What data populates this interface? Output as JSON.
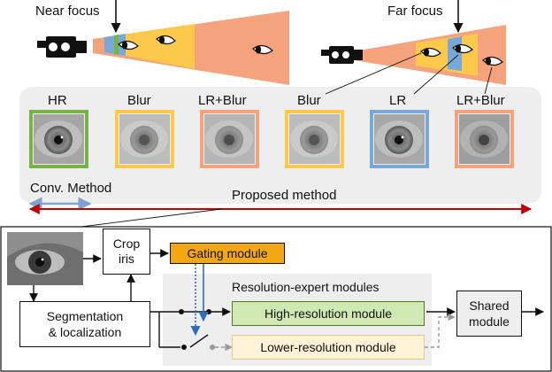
{
  "focus_labels": {
    "near": "Near focus",
    "far": "Far focus"
  },
  "image_labels": [
    "HR",
    "Blur",
    "LR+Blur",
    "Blur",
    "LR",
    "LR+Blur"
  ],
  "methods": {
    "conventional": "Conv. Method",
    "proposed": "Proposed method"
  },
  "pipeline": {
    "crop": "Crop\niris",
    "gating": "Gating module",
    "experts_title": "Resolution-expert modules",
    "high_res": "High-resolution module",
    "low_res": "Lower-resolution module",
    "segmentation": "Segmentation\n& localization",
    "shared": "Shared\nmodule"
  },
  "colors": {
    "hr_green": "#78b348",
    "blur_yellow": "#fcc94a",
    "lr_blue": "#78a8d8",
    "lrblur_orange": "#f4a37c",
    "gating_orange": "#f3a712",
    "highres_green": "#cfe8b4",
    "lowres_cream": "#fef3d6",
    "panel_grey": "#eeeeee",
    "proposed_red": "#c00000",
    "conv_blue": "#7fa3cf"
  }
}
